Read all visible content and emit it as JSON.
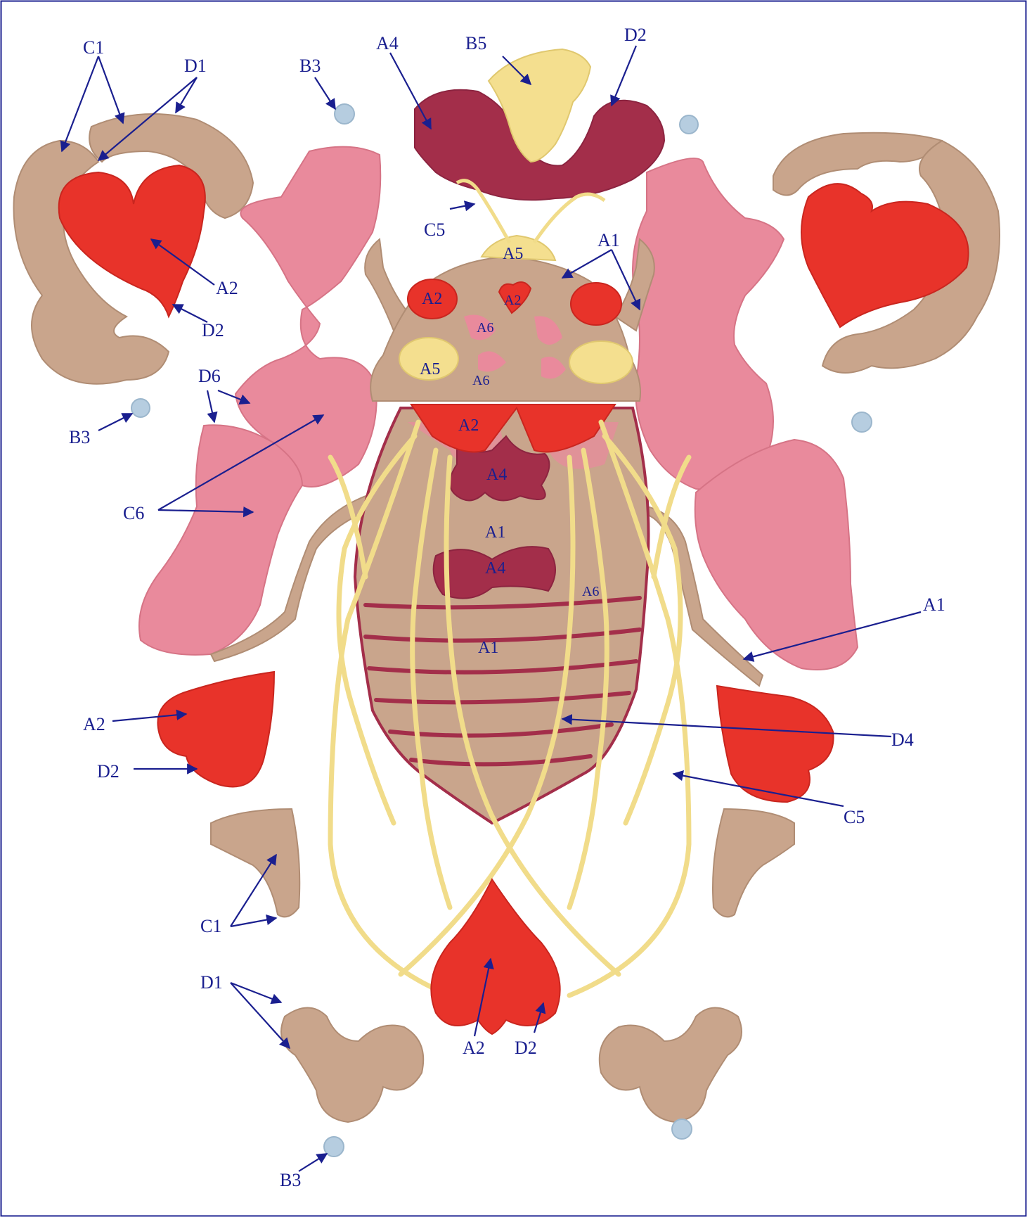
{
  "colors": {
    "frame": "#1a1f8f",
    "label": "#1a1f8f",
    "beige": "#c9a58c",
    "pink": "#e98a9c",
    "red": "#e8332a",
    "maroon": "#a32e4a",
    "yellow": "#f4df8f",
    "blue": "#b6cde0"
  },
  "labels": {
    "c1_top": "C1",
    "d1_top": "D1",
    "b3_top": "B3",
    "a4_top": "A4",
    "b5_top": "B5",
    "d2_top": "D2",
    "c5_antenna": "C5",
    "a1_head": "A1",
    "a2_heart_tl": "A2",
    "d2_heart_tl": "D2",
    "d6": "D6",
    "b3_left": "B3",
    "c6": "C6",
    "a2_left": "A2",
    "d2_left": "D2",
    "a1_right": "A1",
    "d4": "D4",
    "c5_right": "C5",
    "c1_bottom": "C1",
    "d1_bottom": "D1",
    "b3_bottom": "B3",
    "a2_bottom": "A2",
    "d2_bottom": "D2"
  },
  "inner_labels": {
    "a5_head": "A5",
    "a2_eye_left": "A2",
    "a2_head_center": "A2",
    "a6_head_1": "A6",
    "a5_head_left": "A5",
    "a6_head_2": "A6",
    "a2_thorax": "A2",
    "a4_body_1": "A4",
    "a1_body_1": "A1",
    "a4_body_2": "A4",
    "a6_body": "A6",
    "a1_body_2": "A1"
  }
}
